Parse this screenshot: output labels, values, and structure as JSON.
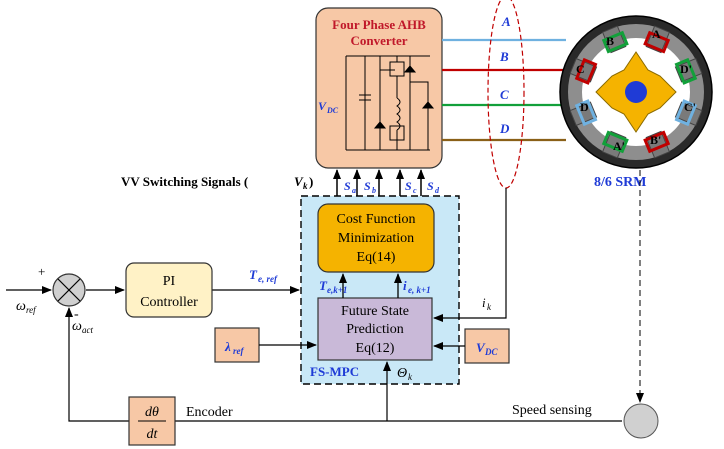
{
  "converter": {
    "title_line1": "Four Phase AHB",
    "title_line2": "Converter",
    "vdc_main": "V",
    "vdc_sub": "DC"
  },
  "phases": [
    "A",
    "B",
    "C",
    "D"
  ],
  "switching": {
    "caption": "VV Switching Signals (",
    "caption_var": "V",
    "caption_sub": "k",
    "caption_end": ")",
    "signals": [
      {
        "main": "S",
        "sub": "a"
      },
      {
        "main": "S",
        "sub": "b"
      },
      {
        "main": "S",
        "sub": "c"
      },
      {
        "main": "S",
        "sub": "d"
      }
    ]
  },
  "motor": {
    "label": "8/6 SRM",
    "poles": [
      "A",
      "B",
      "C",
      "D'",
      "C'",
      "D",
      "A'",
      "B'"
    ]
  },
  "blocks": {
    "cost_line1": "Cost Function",
    "cost_line2": "Minimization",
    "cost_line3": "Eq(14)",
    "future_line1": "Future State",
    "future_line2": "Prediction",
    "future_line3": "Eq(12)",
    "pi_line1": "PI",
    "pi_line2": "Controller",
    "fsmpc": "FS-MPC",
    "lambda_main": "λ",
    "lambda_sub": "ref",
    "vdc_main": "V",
    "vdc_sub": "DC",
    "deriv_num": "dθ",
    "deriv_den": "dt"
  },
  "signals": {
    "omega_ref_main": "ω",
    "omega_ref_sub": "ref",
    "omega_act_main": "ω",
    "omega_act_sub": "act",
    "plus": "+",
    "minus": "-",
    "te_ref_main": "T",
    "te_ref_sub": "e, ref",
    "te_k1_main": "T",
    "te_k1_sub": "e,k+1",
    "ie_k1_main": "i",
    "ie_k1_sub": "e, k+1",
    "ik_main": "i",
    "ik_sub": "k",
    "theta_main": "Θ",
    "theta_sub": "k",
    "encoder": "Encoder",
    "speed_sensing": "Speed sensing"
  },
  "colors": {
    "converter_fill": "#f7c8a6",
    "cost_fill": "#f5b300",
    "future_fill": "#c9b9d8",
    "pi_fill": "#fff2c6",
    "small_block_fill": "#f7c8a6",
    "fsmpc_fill": "#c9e8f7",
    "blue_text": "#1f3bd6",
    "phase_a": "#6fb1e0",
    "phase_b": "#c00000",
    "phase_c": "#12a03a",
    "phase_d": "#8a6018",
    "converter_title": "#c0182a",
    "sensor_fill": "#d0d0d0"
  }
}
